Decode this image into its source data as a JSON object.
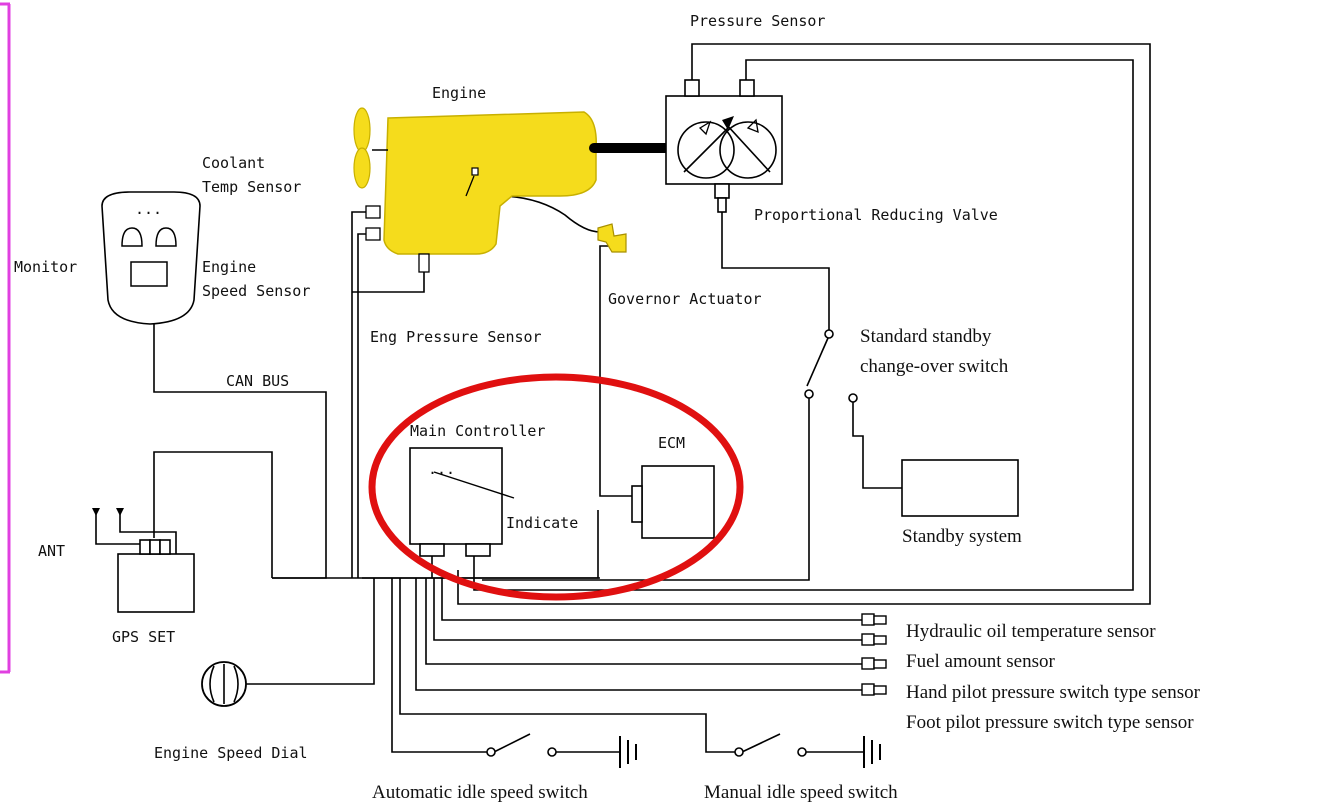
{
  "diagram": {
    "labels": {
      "pressure_sensor": "Pressure Sensor",
      "engine": "Engine",
      "coolant_temp_sensor_line1": "Coolant",
      "coolant_temp_sensor_line2": "Temp Sensor",
      "proportional_reducing_valve": "Proportional Reducing Valve",
      "monitor": "Monitor",
      "engine_speed_sensor_line1": "Engine",
      "engine_speed_sensor_line2": "Speed Sensor",
      "governor_actuator": "Governor Actuator",
      "eng_pressure_sensor": "Eng Pressure Sensor",
      "standard_standby_line1": "Standard standby",
      "standard_standby_line2": "change-over switch",
      "can_bus": "CAN BUS",
      "main_controller": "Main Controller",
      "ecm": "ECM",
      "indicate": "Indicate",
      "standby_system": "Standby system",
      "ant": "ANT",
      "gps_set": "GPS SET",
      "monitor_display_dots": "...",
      "controller_dots": "...",
      "hydraulic_oil_temperature_sensor": "Hydraulic oil temperature sensor",
      "fuel_amount_sensor": "Fuel amount sensor",
      "hand_pilot_pressure_switch": "Hand pilot pressure switch type sensor",
      "foot_pilot_pressure_switch": "Foot pilot pressure switch type sensor",
      "engine_speed_dial": "Engine Speed Dial",
      "automatic_idle_speed_switch": "Automatic idle speed switch",
      "manual_idle_speed_switch": "Manual idle speed switch"
    },
    "colors": {
      "engine_fill": "#f5dc1c",
      "highlight_ellipse": "#e01010",
      "left_frame": "#e040e0",
      "line": "#000000"
    }
  }
}
